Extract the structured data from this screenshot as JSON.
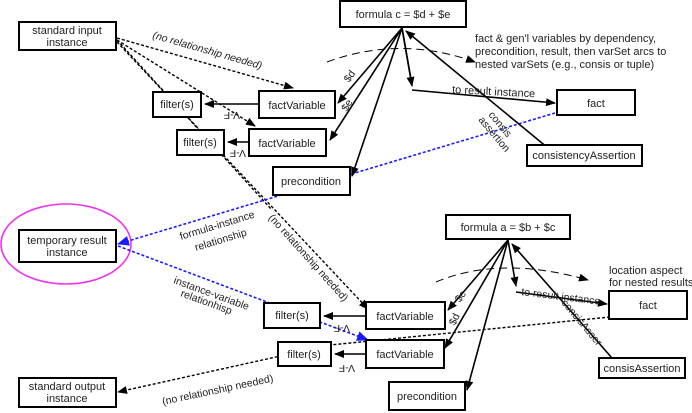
{
  "diagram": {
    "top_formula": {
      "formula": "formula c = $d + $e",
      "fact_variable_1": "factVariable",
      "fact_variable_2": "factVariable",
      "filter_1": "filter(s)",
      "filter_2": "filter(s)",
      "precondition": "precondition",
      "fact": "fact",
      "assertion": "consistencyAssertion",
      "arc_d": "$d",
      "arc_e": "$e",
      "vf_1": "V-F",
      "vf_2": "V-F",
      "to_result": "to result instance",
      "consis_line1": "consis",
      "consis_line2": "assertion",
      "note_line1": "fact & gen'l variables by dependency,",
      "note_line2": "precondition, result, then varSet arcs to",
      "note_line3": "nested varSets (e.g., consis or tuple)"
    },
    "bottom_formula": {
      "formula": "formula a = $b + $c",
      "fact_variable_1": "factVariable",
      "fact_variable_2": "factVariable",
      "filter_1": "filter(s)",
      "filter_2": "filter(s)",
      "precondition": "precondition",
      "fact": "fact",
      "assertion": "consisAssertion",
      "arc_c": "$c",
      "arc_d": "$d",
      "vf_1": "V-F",
      "vf_2": "V-F",
      "to_result": "to result instance",
      "consis_label": "consisAsser",
      "note_line1": "location aspect",
      "note_line2": "for nested results"
    },
    "instances": {
      "input_line1": "standard input",
      "input_line2": "instance",
      "temp_line1": "temporary result",
      "temp_line2": "instance",
      "output_line1": "standard output",
      "output_line2": "instance"
    },
    "edge_labels": {
      "no_rel_top": "(no relationship needed)",
      "no_rel_diag": "(no relationship needed)",
      "no_rel_bottom": "(no relationship needed)",
      "formula_instance_1": "formula-instance",
      "formula_instance_2": "relationship",
      "instance_variable_1": "instance-variable",
      "instance_variable_2": "relationhisp"
    },
    "colors": {
      "highlight_ellipse": "#ee33ee",
      "relationship_blue": "#1a1aff"
    }
  }
}
